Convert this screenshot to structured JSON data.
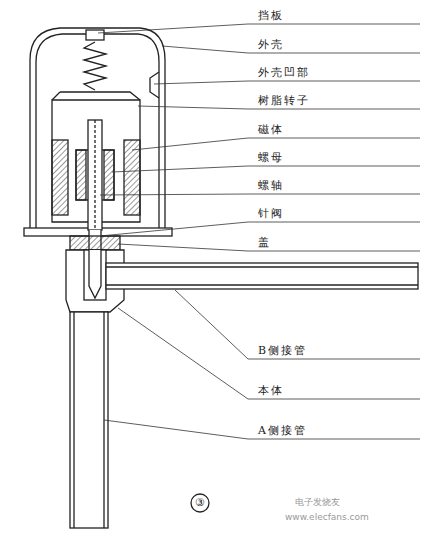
{
  "diagram": {
    "labels": [
      "挡板",
      "外壳",
      "外壳凹部",
      "树脂转子",
      "磁体",
      "螺母",
      "螺轴",
      "针阀",
      "盖",
      "B侧接管",
      "本体",
      "A侧接管",
      "③",
      "电子发烧友",
      "www.elecfans.com"
    ]
  }
}
